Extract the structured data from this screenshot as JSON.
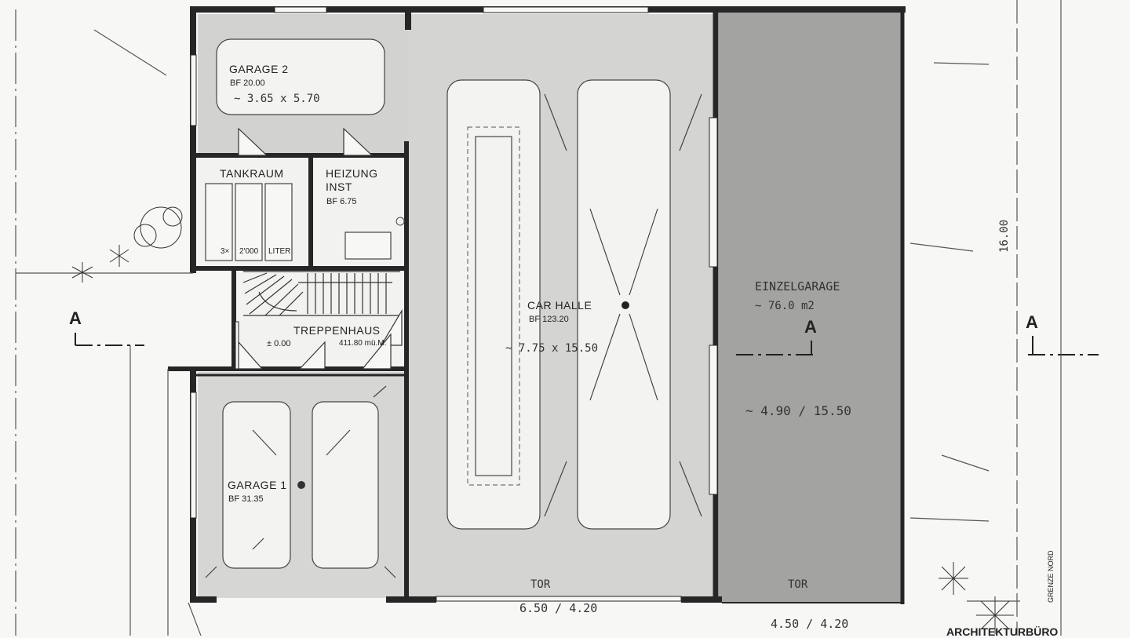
{
  "rooms": {
    "garage2": {
      "name": "GARAGE  2",
      "area": "BF  20.00",
      "size": "~ 3.65 x 5.70"
    },
    "tankraum": {
      "name": "TANKRAUM",
      "tanks": [
        "3×",
        "2'000",
        "LITER"
      ]
    },
    "heizung": {
      "name1": "HEIZUNG",
      "name2": "INST",
      "area": "BF  6.75"
    },
    "treppenhaus": {
      "name": "TREPPENHAUS",
      "level": "± 0.00",
      "elevation": "411.80 mü.M."
    },
    "garage1": {
      "name": "GARAGE  1",
      "area": "BF  31.35"
    },
    "carhalle": {
      "name": "CAR  HALLE",
      "area": "BF  123.20",
      "size": "~ 7.75 x 15.50"
    },
    "einzelgarage": {
      "name": "EINZELGARAGE",
      "area": "~ 76.0 m2",
      "size": "~ 4.90 / 15.50"
    }
  },
  "doors": {
    "tor1": "TOR",
    "tor2": "TOR"
  },
  "dimensions": {
    "bottom_left": "6.50 / 4.20",
    "bottom_right": "4.50 / 4.20",
    "side": "16.00"
  },
  "section_marks": {
    "a": "A"
  },
  "border_label": "GRENZE NORD",
  "office_label": "ARCHITEKTURBÜRO",
  "colors": {
    "hall": "#d4d4d2",
    "garage_dark": "#a3a3a1",
    "wall": "#262626",
    "paper": "#f7f7f5"
  }
}
